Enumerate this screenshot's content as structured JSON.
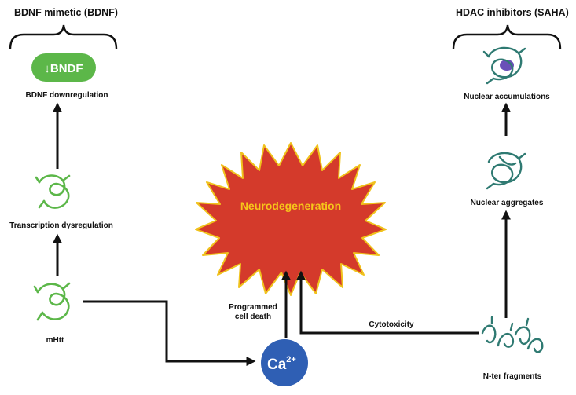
{
  "therapies": {
    "left_title": "BDNF mimetic (BDNF)",
    "right_title": "HDAC inhibitors (SAHA)"
  },
  "left_branch": {
    "bndf_pill": "↓BNDF",
    "bdnf_down": "BDNF downregulation",
    "transcription": "Transcription dysregulation",
    "mhtt": "mHtt"
  },
  "right_branch": {
    "nuclear_accum": "Nuclear accumulations",
    "nuclear_aggr": "Nuclear aggregates",
    "nter": "N-ter fragments"
  },
  "center": {
    "neuro": "Neurodegeneration",
    "programmed_1": "Programmed",
    "programmed_2": "cell death",
    "cytotoxicity": "Cytotoxicity",
    "ca_base": "Ca",
    "ca_sup": "2+"
  },
  "colors": {
    "green": "#5cb749",
    "teal": "#2f7a72",
    "star_fill": "#d43a2b",
    "star_stroke": "#f0c21c",
    "star_text": "#f6c61a",
    "ca_fill": "#2f5fb4",
    "purple": "#6a4fb8",
    "ink": "#111111"
  }
}
